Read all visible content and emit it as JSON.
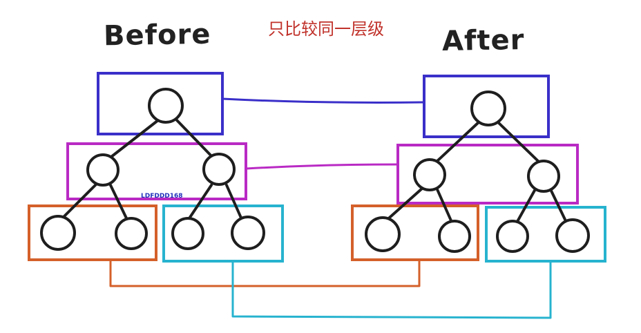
{
  "labels": {
    "before": "Before",
    "after": "After",
    "caption": "只比较同一层级",
    "watermark": "LDFDDD168"
  },
  "colors": {
    "level1": "#3a2fc9",
    "level2": "#b92ac4",
    "left_subtree": "#d4602a",
    "right_subtree": "#27b3cf",
    "caption": "#c0312a",
    "watermark": "#2233bb"
  }
}
